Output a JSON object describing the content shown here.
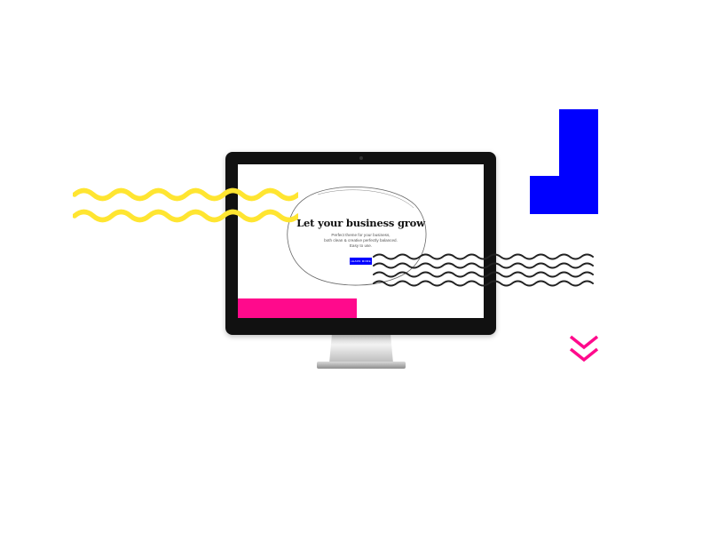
{
  "screen": {
    "hero": {
      "title": "Let your business grow",
      "subtitle_lines": [
        "Perfect theme for your business,",
        "both clean & creative perfectly balanced.",
        "Easy to use."
      ],
      "button_label": "LEARN MORE"
    }
  },
  "colors": {
    "yellow": "#ffe531",
    "blue": "#0000ff",
    "pink": "#ff0a8c",
    "dark": "#222222"
  },
  "icons": {
    "scroll_down": "double-chevron-down-icon"
  }
}
